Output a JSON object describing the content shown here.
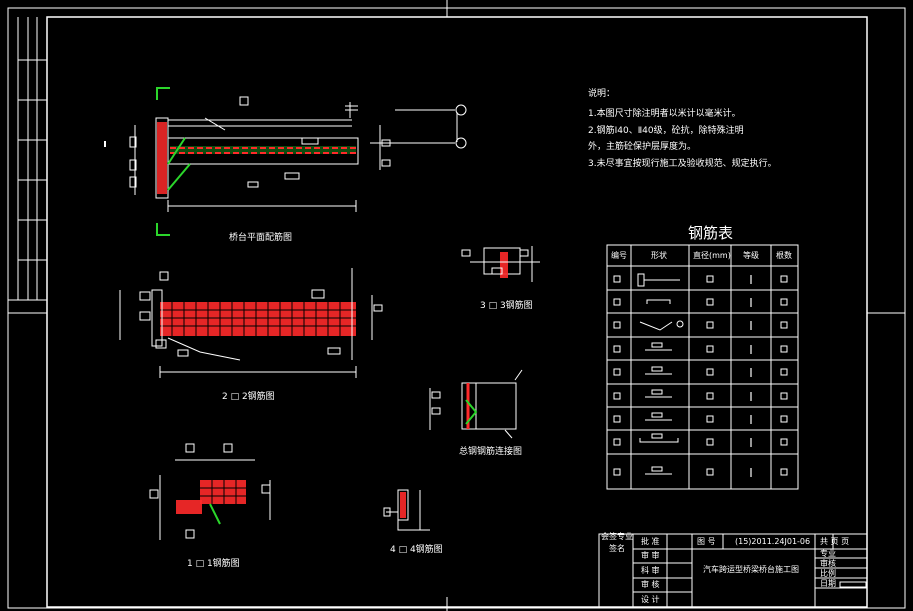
{
  "notes": {
    "heading": "说明：",
    "lines": [
      "1.本图尺寸除注明者以米计以毫米计。",
      "2.钢筋Ⅰ40、Ⅱ40级，砼抗，除特殊注明",
      "  外，主筋砼保护层厚度为。",
      "3.未尽事宜按现行施工及验收规范、规定执行。"
    ]
  },
  "rebar_table": {
    "title": "钢筋表",
    "headers": [
      "编号",
      "形状",
      "直径(mm)",
      "等级",
      "根数"
    ]
  },
  "captions": {
    "plan": "桥台平面配筋图",
    "sec22": "2 □ 2钢筋图",
    "sec33": "3 □ 3钢筋图",
    "sec11": "1 □ 1钢筋图",
    "sec44": "4 □ 4钢筋图",
    "detail": "总钢钢筋连接图"
  },
  "title_block": {
    "approve": "批 准",
    "review": "审 审",
    "check": "科 审",
    "verify": "审 核",
    "design": "设 计",
    "drawing_no_label": "图 号",
    "drawing_no": "(15)2011.24J01-06",
    "sheet": "共 页 页",
    "drawing_title": "汽车跨运型桥梁桥台施工图",
    "specialty": "专业",
    "scale": "比例",
    "date": "日期",
    "review2": "审核",
    "side_label_1": "会签专业",
    "side_label_2": "签名"
  },
  "colors": {
    "background": "#000000",
    "line": "#ffffff",
    "rebar": "#ff2a2a",
    "hatch": "#2bd62b",
    "dim": "#ffffff"
  }
}
